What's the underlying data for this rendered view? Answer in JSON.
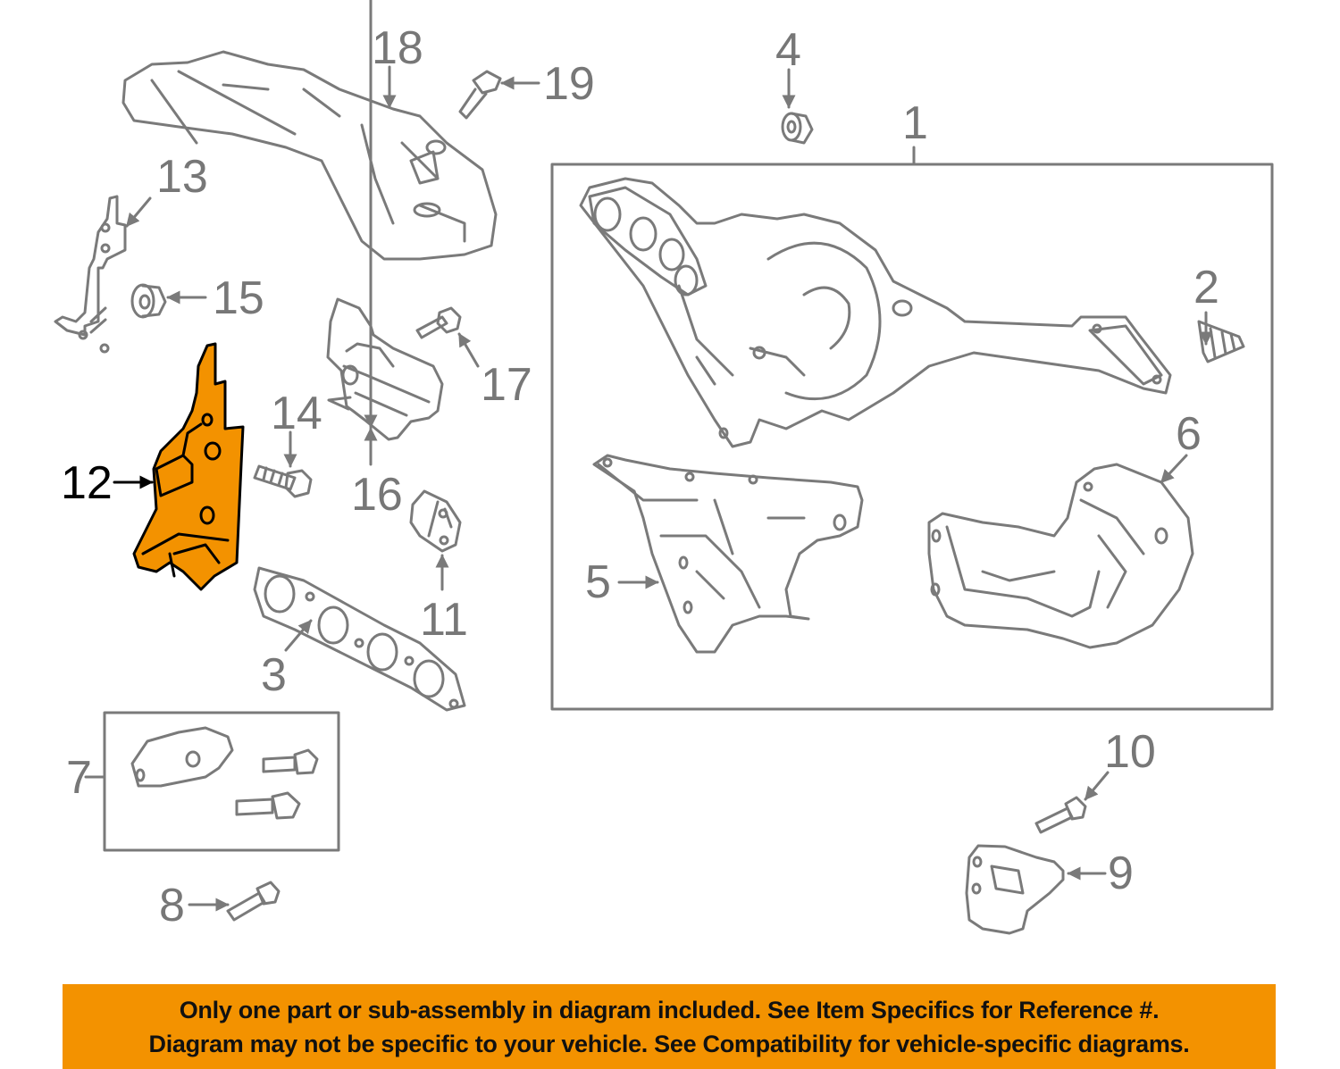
{
  "diagram": {
    "highlight_color": "#f39200",
    "line_color": "#7a7a7a",
    "highlighted_part": "12",
    "callouts": [
      {
        "id": "1",
        "label": "1"
      },
      {
        "id": "2",
        "label": "2"
      },
      {
        "id": "3",
        "label": "3"
      },
      {
        "id": "4",
        "label": "4"
      },
      {
        "id": "5",
        "label": "5"
      },
      {
        "id": "6",
        "label": "6"
      },
      {
        "id": "7",
        "label": "7"
      },
      {
        "id": "8",
        "label": "8"
      },
      {
        "id": "9",
        "label": "9"
      },
      {
        "id": "10",
        "label": "10"
      },
      {
        "id": "11",
        "label": "11"
      },
      {
        "id": "12",
        "label": "12"
      },
      {
        "id": "13",
        "label": "13"
      },
      {
        "id": "14a",
        "label": "14"
      },
      {
        "id": "15",
        "label": "15"
      },
      {
        "id": "16",
        "label": "16"
      },
      {
        "id": "17",
        "label": "17"
      },
      {
        "id": "18",
        "label": "18"
      },
      {
        "id": "19",
        "label": "19"
      }
    ]
  },
  "banner": {
    "background": "#f39200",
    "line1": "Only one part or sub-assembly in diagram included. See Item Specifics for Reference #.",
    "line2": "Diagram may not be specific to your vehicle. See Compatibility for vehicle-specific diagrams."
  }
}
